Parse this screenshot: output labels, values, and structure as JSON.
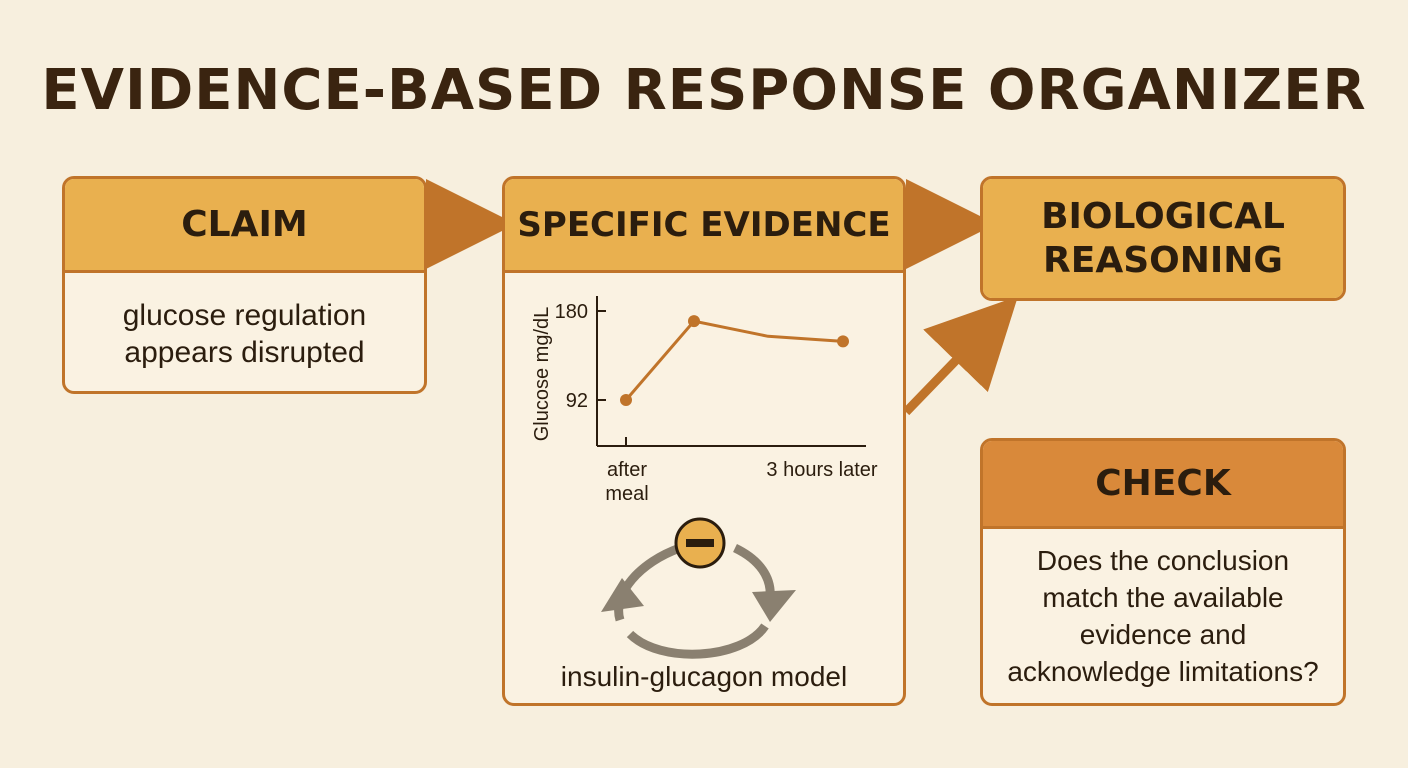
{
  "title": "EVIDENCE-BASED RESPONSE ORGANIZER",
  "claim": {
    "heading": "CLAIM",
    "text": "glucose regulation appears disrupted"
  },
  "evidence": {
    "heading": "SPECIFIC EVIDENCE",
    "chart": {
      "ylabel": "Glucose mg/dL",
      "ytick_top": "180",
      "ytick_low": "92",
      "x_start_line1": "after",
      "x_start_line2": "meal",
      "x_end": "3 hours later"
    },
    "model_label": "insulin-glucagon model",
    "feedback_symbol": "minus-sign"
  },
  "reasoning": {
    "heading_line1": "BIOLOGICAL",
    "heading_line2": "REASONING"
  },
  "check": {
    "heading": "CHECK",
    "text": "Does the conclusion match the available evidence and acknowledge limitations?"
  },
  "colors": {
    "background": "#f7efde",
    "header": "#e9b04f",
    "check_header": "#d9893a",
    "border": "#c0742a",
    "text": "#2b1d0e",
    "cycle_arrow": "#8a8070"
  },
  "chart_data": {
    "type": "line",
    "title": "",
    "xlabel": "",
    "ylabel": "Glucose mg/dL",
    "y_ticks": [
      92,
      180
    ],
    "x_ticks": [
      "after meal",
      "3 hours later"
    ],
    "series": [
      {
        "values": [
          92,
          170,
          155,
          150
        ]
      }
    ],
    "ylim": [
      50,
      195
    ]
  }
}
